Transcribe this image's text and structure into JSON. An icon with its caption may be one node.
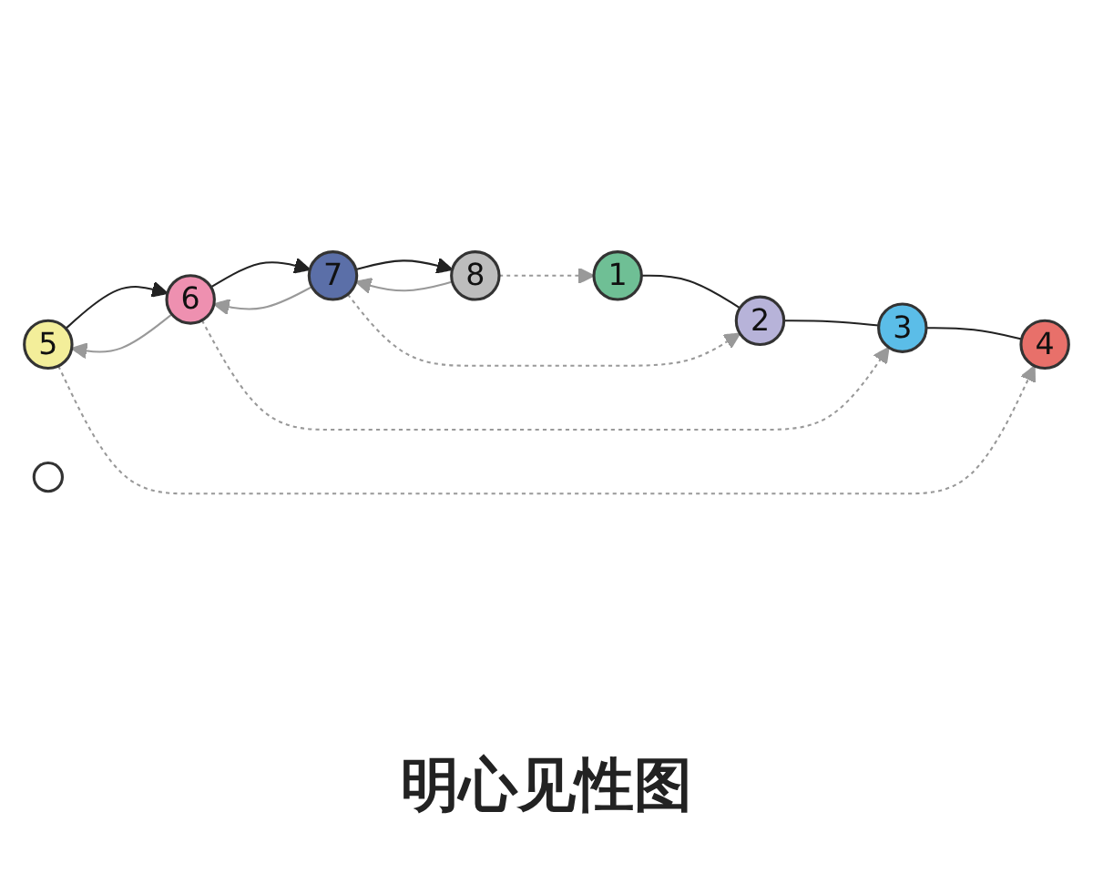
{
  "diagram": {
    "title": "明心见性图",
    "nodes": [
      {
        "text": [
          "1"
        ]
      },
      {
        "text": [
          "2"
        ]
      },
      {
        "text": [
          "3"
        ]
      },
      {
        "text": [
          "4"
        ]
      },
      {
        "text": [
          "5"
        ]
      },
      {
        "text": [
          "6"
        ]
      },
      {
        "text": [
          "7"
        ]
      },
      {
        "text": [
          "8"
        ]
      },
      {
        "text": [],
        "shape": "circle"
      }
    ],
    "edges": [
      {
        "from": 0,
        "to": 1,
        "arrow": "none",
        "color": "#222222"
      },
      {
        "from": 1,
        "to": 2,
        "arrow": "none",
        "color": "#222222"
      },
      {
        "from": 2,
        "to": 3,
        "arrow": "none",
        "color": "#222222"
      },
      {
        "from": 4,
        "to": 5,
        "arrow": "to",
        "color": "#222222"
      },
      {
        "from": 5,
        "to": 4,
        "arrow": "to",
        "color": "#999999"
      },
      {
        "from": 5,
        "to": 6,
        "arrow": "to",
        "color": "#222222"
      },
      {
        "from": 6,
        "to": 5,
        "arrow": "to",
        "color": "#999999"
      },
      {
        "from": 6,
        "to": 7,
        "arrow": "to",
        "color": "#222222"
      },
      {
        "from": 7,
        "to": 6,
        "arrow": "to",
        "color": "#999999"
      },
      {
        "from": 7,
        "to": 0,
        "arrow": "to",
        "style": "dashed",
        "color": "#999999"
      },
      {
        "from": 6,
        "to": 1,
        "arrow": "to",
        "style": "dashed",
        "color": "#999999"
      },
      {
        "from": 5,
        "to": 2,
        "arrow": "to",
        "style": "dashed",
        "color": "#999999"
      },
      {
        "from": 4,
        "to": 3,
        "arrow": "to",
        "style": "dashed",
        "color": "#999999"
      }
    ]
  }
}
